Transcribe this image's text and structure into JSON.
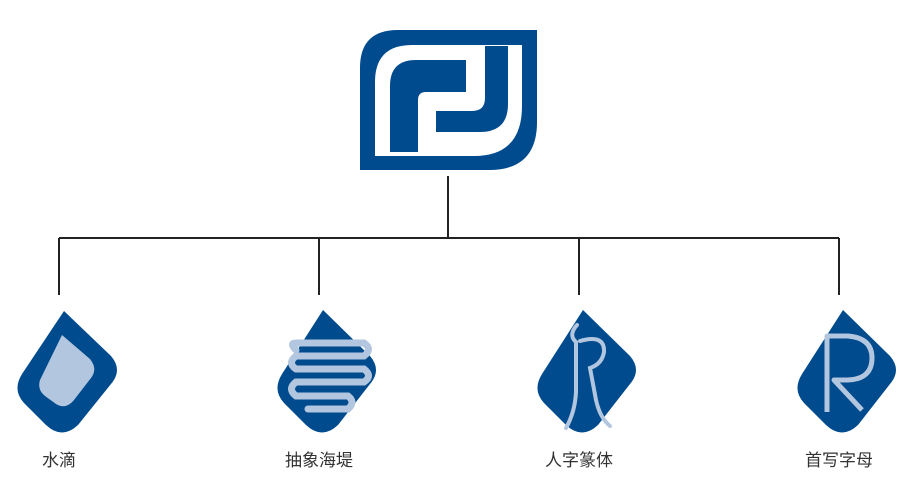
{
  "colors": {
    "brand": "#004b8d",
    "accent": "#b3c6df",
    "line": "#222222",
    "text": "#333333"
  },
  "root": {
    "icon": "rj-monogram-logo-icon"
  },
  "children": [
    {
      "label": "水滴",
      "icon": "water-drop-icon"
    },
    {
      "label": "抽象海堤",
      "icon": "abstract-seawall-icon"
    },
    {
      "label": "人字篆体",
      "icon": "seal-script-ren-icon"
    },
    {
      "label": "首写字母",
      "icon": "initial-letter-r-icon"
    }
  ]
}
